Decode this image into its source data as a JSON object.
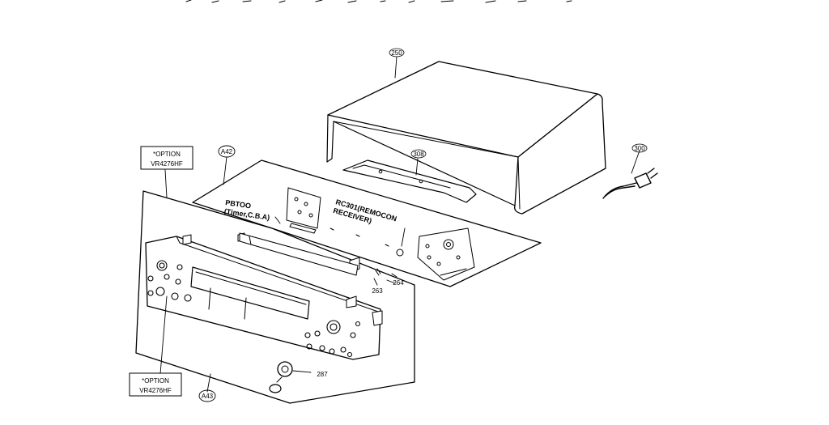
{
  "parts": {
    "cabinet": "250",
    "bracket": "308",
    "power_cord": "300",
    "front_assembly": "A42",
    "bottom_assembly": "A43",
    "part_263": "263",
    "part_264": "264",
    "part_287": "287"
  },
  "notes": {
    "option_top": {
      "line1": "*OPTION",
      "line2": "VR4276HF"
    },
    "option_bottom": {
      "line1": "*OPTION",
      "line2": "VR4276HF"
    },
    "pbt_board": {
      "line1": "PBTOO",
      "line2": "(Timer,C.B.A)"
    },
    "remocon": {
      "line1": "RC301(REMOCON",
      "line2": "RECEIVER)"
    }
  },
  "colors": {
    "ink": "#000000",
    "paper": "#ffffff"
  }
}
